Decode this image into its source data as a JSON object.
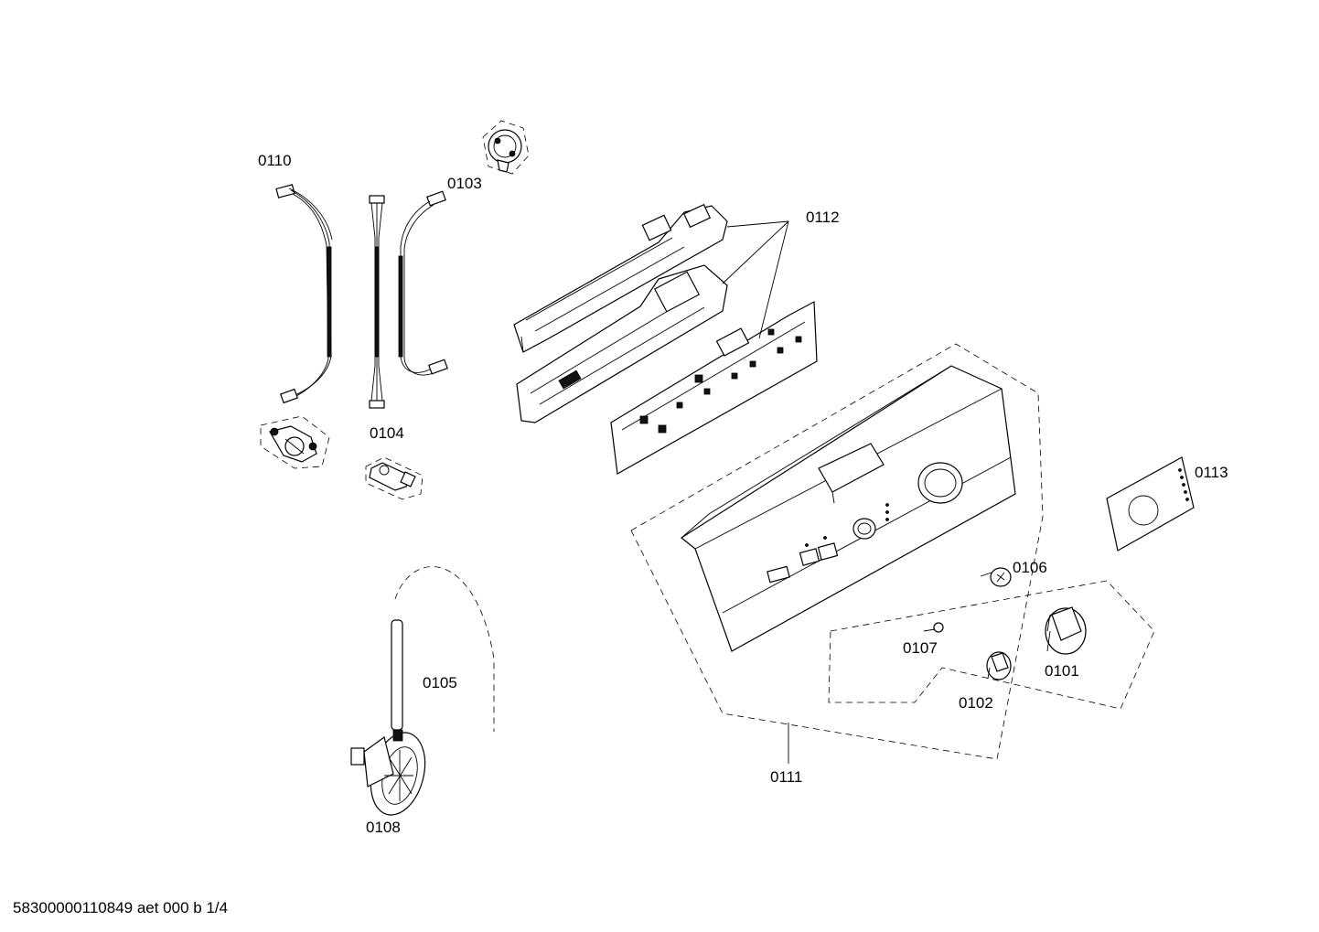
{
  "labels": {
    "p0110": "0110",
    "p0103": "0103",
    "p0112": "0112",
    "p0104": "0104",
    "p0113": "0113",
    "p0106": "0106",
    "p0107": "0107",
    "p0101": "0101",
    "p0105": "0105",
    "p0102": "0102",
    "p0111": "0111",
    "p0108": "0108"
  },
  "footer": {
    "doc_id": "58300000110849 aet 000 b 1/4"
  }
}
